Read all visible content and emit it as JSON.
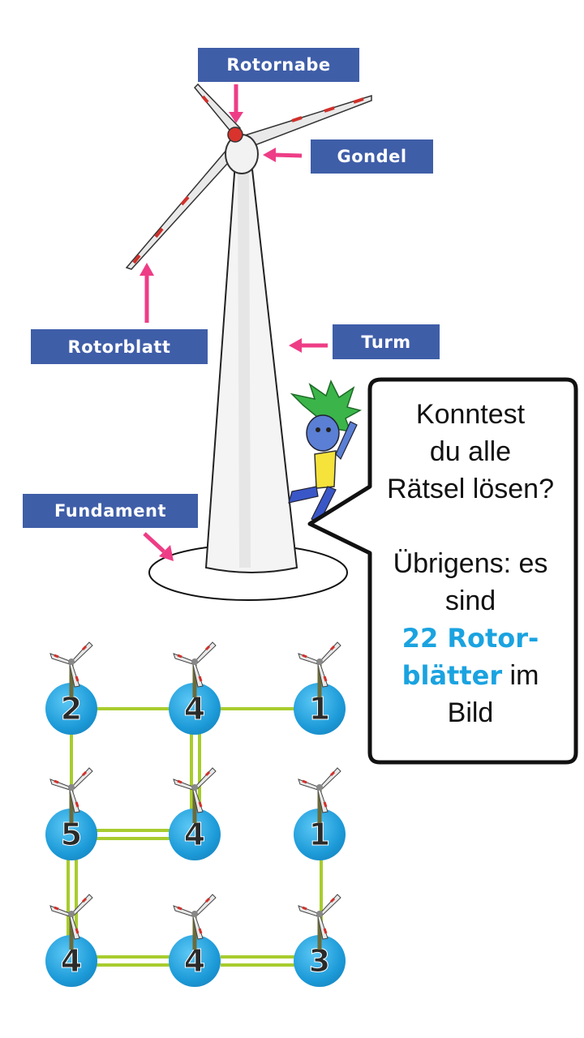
{
  "labels": {
    "rotornabe": "Rotornabe",
    "gondel": "Gondel",
    "rotorblatt": "Rotorblatt",
    "turm": "Turm",
    "fundament": "Fundament"
  },
  "bubble": {
    "line1": "Konntest",
    "line2": "du alle",
    "line3": "Rätsel lösen?",
    "line4": "Übrigens: es",
    "line5": "sind",
    "highlight1": "22 Rotor-",
    "highlight2": "blätter",
    "line6_rest": " im",
    "line7": "Bild"
  },
  "puzzle": {
    "nodes": [
      {
        "id": "a",
        "value": "2"
      },
      {
        "id": "b",
        "value": "4"
      },
      {
        "id": "c",
        "value": "1"
      },
      {
        "id": "d",
        "value": "5"
      },
      {
        "id": "e",
        "value": "4"
      },
      {
        "id": "f",
        "value": "1"
      },
      {
        "id": "g",
        "value": "4"
      },
      {
        "id": "h",
        "value": "4"
      },
      {
        "id": "i",
        "value": "3"
      }
    ]
  },
  "colors": {
    "label_bg": "#3f5ea8",
    "arrow": "#ee3d86",
    "highlight_text": "#1aa3e0",
    "node_fill": "#1c9ad8",
    "bridge": "#a8cc2e"
  }
}
